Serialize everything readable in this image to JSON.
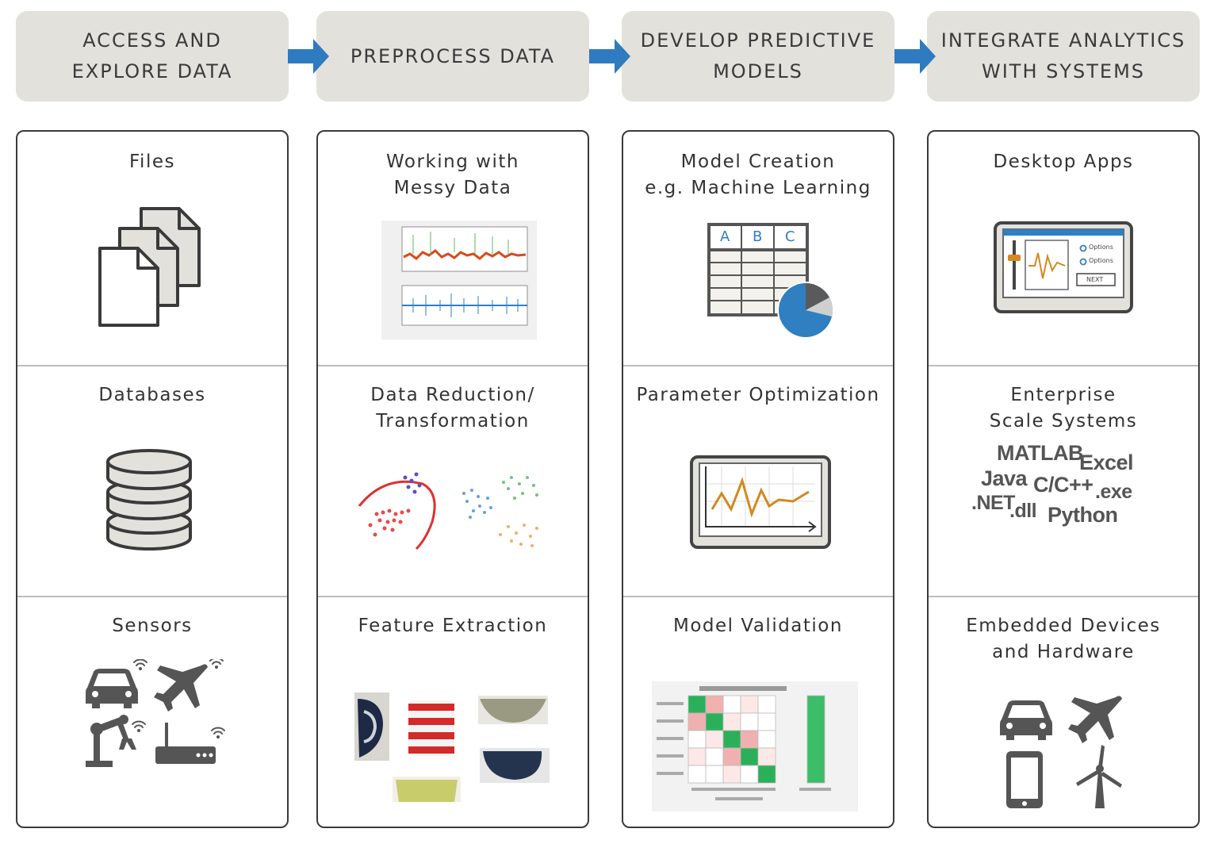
{
  "stages": [
    {
      "label": "ACCESS AND\nEXPLORE DATA"
    },
    {
      "label": "PREPROCESS DATA"
    },
    {
      "label": "DEVELOP PREDICTIVE\nMODELS"
    },
    {
      "label": "INTEGRATE ANALYTICS\nWITH SYSTEMS"
    }
  ],
  "columns": [
    {
      "cells": [
        {
          "title": "Files",
          "icon": "files-icon"
        },
        {
          "title": "Databases",
          "icon": "database-icon"
        },
        {
          "title": "Sensors",
          "icon": "sensors-icon"
        }
      ]
    },
    {
      "cells": [
        {
          "title": "Working with\nMessy Data",
          "icon": "time-series-plot"
        },
        {
          "title": "Data Reduction/\nTransformation",
          "icon": "clustering-plot"
        },
        {
          "title": "Feature Extraction",
          "icon": "mug-images"
        }
      ]
    },
    {
      "cells": [
        {
          "title": "Model Creation\ne.g. Machine Learning",
          "icon": "table-pie-icon"
        },
        {
          "title": "Parameter Optimization",
          "icon": "line-chart-monitor-icon"
        },
        {
          "title": "Model Validation",
          "icon": "confusion-matrix"
        }
      ]
    },
    {
      "cells": [
        {
          "title": "Desktop Apps",
          "icon": "desktop-app-icon"
        },
        {
          "title": "Enterprise\nScale Systems",
          "icon": "languages-cloud"
        },
        {
          "title": "Embedded Devices\nand Hardware",
          "icon": "devices-icon"
        }
      ]
    }
  ],
  "table_icon": {
    "col_a": "A",
    "col_b": "B",
    "col_c": "C"
  },
  "desktop_app": {
    "option_1": "Options",
    "option_2": "Options",
    "next_button": "NEXT"
  },
  "languages": {
    "matlab": "MATLAB",
    "excel": "Excel",
    "java": "Java",
    "cpp": "C/C++",
    "exe": ".exe",
    "net": ".NET",
    "dll": ".dll",
    "python": "Python"
  },
  "colors": {
    "stage_bg": "#e2e1dc",
    "arrow": "#2e7bbf",
    "accent_orange": "#d4881e",
    "accent_blue": "#2f7fc1",
    "icon_gray": "#555555"
  }
}
